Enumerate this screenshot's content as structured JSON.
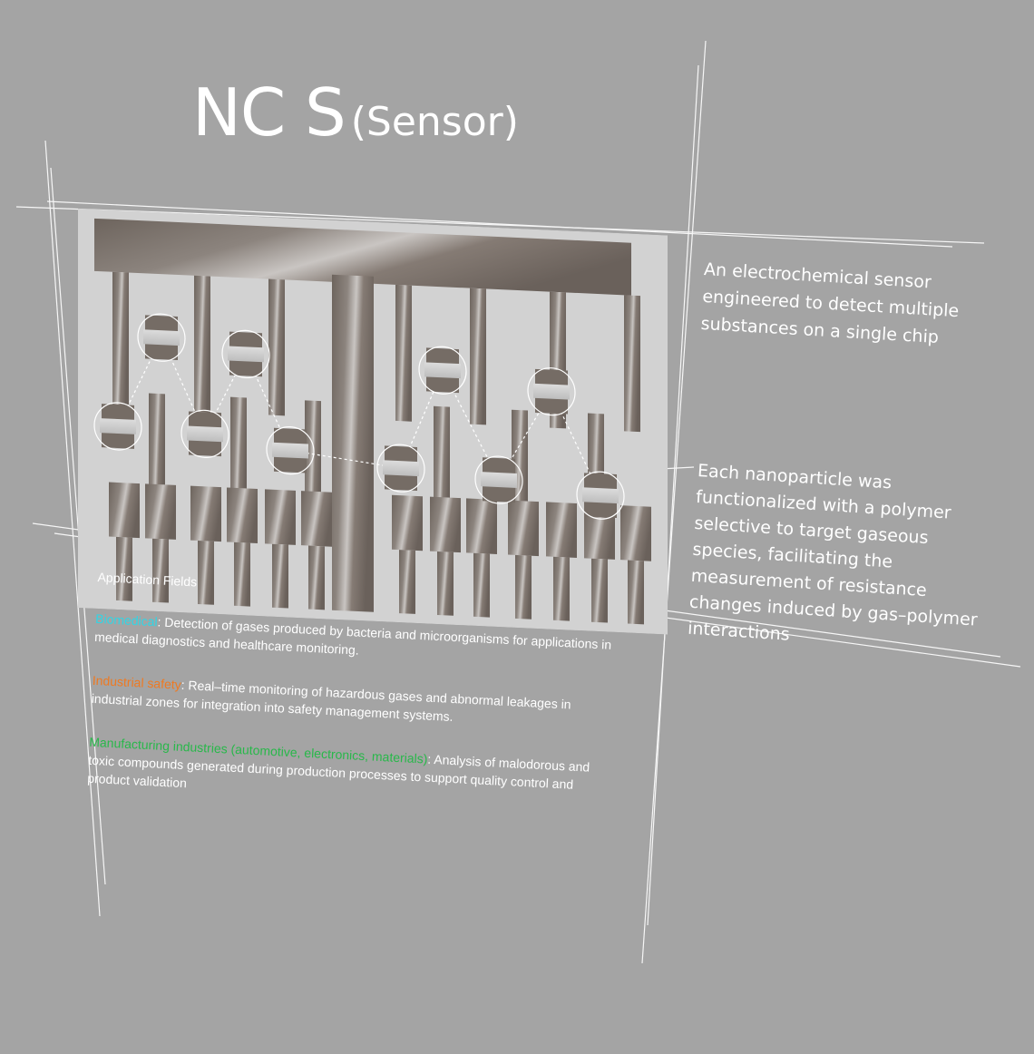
{
  "title": {
    "main": "NC S",
    "sub": "(Sensor)"
  },
  "description_1": "An electrochemical sensor engineered to detect multiple substances on a single chip",
  "description_2": "Each nanoparticle was functionalized with a polymer selective to target gaseous species, facilitating the measurement of resistance changes induced by gas–polymer interactions",
  "application_fields": {
    "heading": "Application Fields",
    "items": [
      {
        "label": "Biomedical",
        "label_color": "#2fd6e6",
        "text": ": Detection of gases produced by bacteria and microorganisms for applications in medical diagnostics and healthcare monitoring."
      },
      {
        "label": "Industrial safety",
        "label_color": "#ee7a22",
        "text": ": Real–time monitoring of hazardous gases and abnormal leakages in industrial zones for integration into safety management systems."
      },
      {
        "label": "Manufacturing industries (automotive, electronics, materials)",
        "label_color": "#28b84a",
        "text": ": Analysis of malodorous and toxic compounds generated during production processes to support quality control and product validation"
      }
    ]
  },
  "colors": {
    "background": "#a4a4a4",
    "chip_panel": "#d2d2d2",
    "metal": "#7a716a"
  }
}
